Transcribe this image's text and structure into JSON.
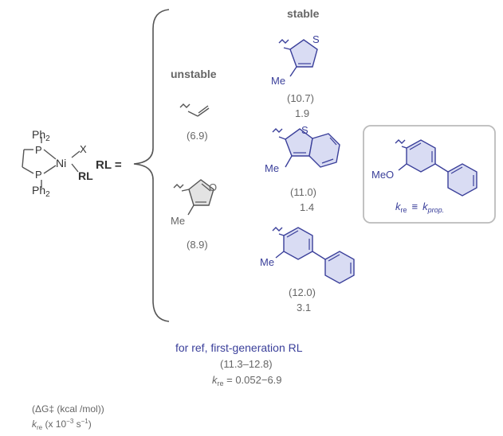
{
  "complex": {
    "ph2_top": "Ph",
    "ph2_top_sub": "2",
    "p_top": "P",
    "p_bottom": "P",
    "ni": "Ni",
    "x": "X",
    "rl": "RL",
    "ph2_bottom": "Ph",
    "ph2_bottom_sub": "2"
  },
  "rl_equals": "RL =",
  "headers": {
    "unstable": "unstable",
    "stable": "stable"
  },
  "ligands": {
    "vinyl": {
      "dg": "(6.9)"
    },
    "furan": {
      "heteroatom": "O",
      "substituent": "Me",
      "dg": "(8.9)"
    },
    "thiophene": {
      "heteroatom": "S",
      "substituent": "Me",
      "dg": "(10.7)",
      "k": "1.9"
    },
    "benzothiophene": {
      "heteroatom": "S",
      "substituent": "Me",
      "dg": "(11.0)",
      "k": "1.4"
    },
    "biphenyl": {
      "substituent": "Me",
      "dg": "(12.0)",
      "k": "3.1"
    }
  },
  "inset": {
    "substituent": "MeO",
    "k_re": "k",
    "k_re_sub": "re",
    "equiv": "≡",
    "k_prop": "k",
    "k_prop_sub": "prop."
  },
  "reference": {
    "title": "for ref, first-generation RL",
    "dg_range": "(11.3–12.8)",
    "k_label": "k",
    "k_label_sub": "re",
    "k_range": " = 0.052−6.9"
  },
  "legend": {
    "dg_line": "(ΔG‡ (kcal /mol))",
    "k_label": "k",
    "k_label_sub": "re",
    "k_units": " (x 10",
    "k_units_exp": "−3",
    "k_units_end": " s",
    "k_units_end_exp": "−1",
    "k_units_close": ")"
  }
}
